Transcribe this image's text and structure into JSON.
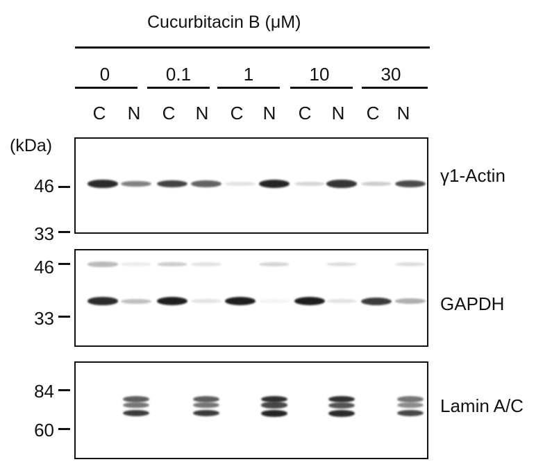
{
  "title": "Cucurbitacin B (μM)",
  "unit_label": "(kDa)",
  "doses": [
    "0",
    "0.1",
    "1",
    "10",
    "30"
  ],
  "fractions": [
    "C",
    "N",
    "C",
    "N",
    "C",
    "N",
    "C",
    "N",
    "C",
    "N"
  ],
  "panels": [
    {
      "label": "γ1-Actin",
      "markers": [
        "46",
        "33"
      ],
      "bands": [
        {
          "lane": 1,
          "kda": 46,
          "intensity": 0.92
        },
        {
          "lane": 2,
          "kda": 46,
          "intensity": 0.55
        },
        {
          "lane": 3,
          "kda": 46,
          "intensity": 0.82
        },
        {
          "lane": 4,
          "kda": 46,
          "intensity": 0.68
        },
        {
          "lane": 5,
          "kda": 46,
          "intensity": 0.12
        },
        {
          "lane": 6,
          "kda": 46,
          "intensity": 0.95
        },
        {
          "lane": 7,
          "kda": 46,
          "intensity": 0.18
        },
        {
          "lane": 8,
          "kda": 46,
          "intensity": 0.88
        },
        {
          "lane": 9,
          "kda": 46,
          "intensity": 0.22
        },
        {
          "lane": 10,
          "kda": 46,
          "intensity": 0.78
        }
      ]
    },
    {
      "label": "GAPDH",
      "markers": [
        "46",
        "33"
      ],
      "bands": [
        {
          "lane": 1,
          "kda": 46,
          "intensity": 0.3
        },
        {
          "lane": 2,
          "kda": 46,
          "intensity": 0.08
        },
        {
          "lane": 3,
          "kda": 46,
          "intensity": 0.22
        },
        {
          "lane": 4,
          "kda": 46,
          "intensity": 0.12
        },
        {
          "lane": 6,
          "kda": 46,
          "intensity": 0.18
        },
        {
          "lane": 8,
          "kda": 46,
          "intensity": 0.14
        },
        {
          "lane": 10,
          "kda": 46,
          "intensity": 0.14
        },
        {
          "lane": 1,
          "kda": 36,
          "intensity": 0.92
        },
        {
          "lane": 2,
          "kda": 36,
          "intensity": 0.28
        },
        {
          "lane": 3,
          "kda": 36,
          "intensity": 0.98
        },
        {
          "lane": 4,
          "kda": 36,
          "intensity": 0.12
        },
        {
          "lane": 5,
          "kda": 36,
          "intensity": 0.98
        },
        {
          "lane": 6,
          "kda": 36,
          "intensity": 0.05
        },
        {
          "lane": 7,
          "kda": 36,
          "intensity": 0.98
        },
        {
          "lane": 8,
          "kda": 36,
          "intensity": 0.12
        },
        {
          "lane": 9,
          "kda": 36,
          "intensity": 0.85
        },
        {
          "lane": 10,
          "kda": 36,
          "intensity": 0.35
        }
      ]
    },
    {
      "label": "Lamin A/C",
      "markers": [
        "84",
        "60"
      ],
      "bands": [
        {
          "lane": 2,
          "kda": 78,
          "intensity": 0.7
        },
        {
          "lane": 2,
          "kda": 74,
          "intensity": 0.6
        },
        {
          "lane": 2,
          "kda": 69,
          "intensity": 0.85
        },
        {
          "lane": 4,
          "kda": 78,
          "intensity": 0.7
        },
        {
          "lane": 4,
          "kda": 74,
          "intensity": 0.6
        },
        {
          "lane": 4,
          "kda": 69,
          "intensity": 0.85
        },
        {
          "lane": 6,
          "kda": 78,
          "intensity": 0.9
        },
        {
          "lane": 6,
          "kda": 74,
          "intensity": 0.8
        },
        {
          "lane": 6,
          "kda": 69,
          "intensity": 0.95
        },
        {
          "lane": 8,
          "kda": 78,
          "intensity": 0.9
        },
        {
          "lane": 8,
          "kda": 74,
          "intensity": 0.75
        },
        {
          "lane": 8,
          "kda": 69,
          "intensity": 0.92
        },
        {
          "lane": 10,
          "kda": 78,
          "intensity": 0.6
        },
        {
          "lane": 10,
          "kda": 74,
          "intensity": 0.5
        },
        {
          "lane": 10,
          "kda": 69,
          "intensity": 0.8
        }
      ]
    }
  ]
}
